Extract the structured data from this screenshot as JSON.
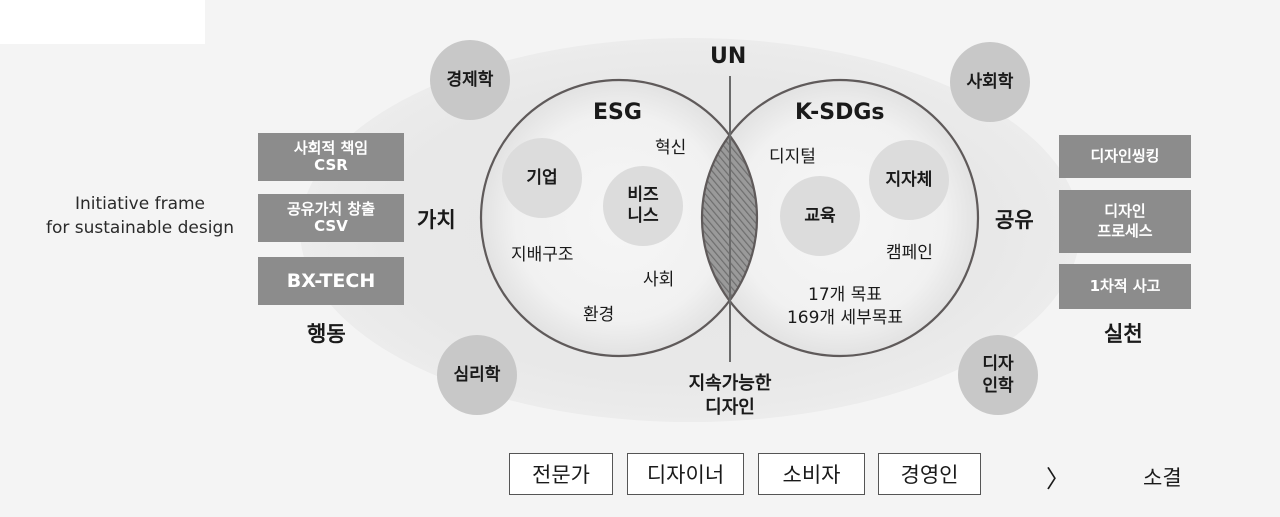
{
  "frame_caption": {
    "line1": "Initiative frame",
    "line2": "for sustainable design"
  },
  "left_boxes": [
    {
      "line1": "사회적 책임",
      "line2": "CSR"
    },
    {
      "line1": "공유가치 창출",
      "line2": "CSV"
    },
    {
      "line1": "BX-TECH",
      "line2": ""
    }
  ],
  "right_boxes": [
    {
      "line1": "디자인씽킹",
      "line2": ""
    },
    {
      "line1": "디자인",
      "line2": "프로세스"
    },
    {
      "line1": "1차적 사고",
      "line2": ""
    }
  ],
  "side_labels": {
    "value": "가치",
    "action": "행동",
    "share": "공유",
    "practice": "실천"
  },
  "discipline_bubbles": {
    "economics": "경제학",
    "psychology": "심리학",
    "sociology": "사회학",
    "design_line1": "디자",
    "design_line2": "인학"
  },
  "top_label": "UN",
  "bottom_label": {
    "line1": "지속가능한",
    "line2": "디자인"
  },
  "esg_circle": {
    "title": "ESG",
    "bubble_corp": "기업",
    "bubble_biz_line1": "비즈",
    "bubble_biz_line2": "니스",
    "words": {
      "innovation": "혁신",
      "governance": "지배구조",
      "social": "사회",
      "environment": "환경"
    }
  },
  "ksdg_circle": {
    "title": "K-SDGs",
    "bubble_edu": "교육",
    "bubble_local": "지자체",
    "words": {
      "digital": "디지털",
      "campaign": "캠페인",
      "goals": "17개 목표",
      "subgoals": "169개 세부목표"
    }
  },
  "stakeholders": [
    "전문가",
    "디자이너",
    "소비자",
    "경영인"
  ],
  "arrow_glyph": "〉",
  "conclusion": "소결",
  "colors": {
    "box_gray": "#8c8c8c",
    "bubble_gray": "#c8c8c8",
    "inner_bubble_gray": "#dcdcdc",
    "circle_stroke": "#5f5a5a",
    "hatch": "#8a8a8a"
  }
}
